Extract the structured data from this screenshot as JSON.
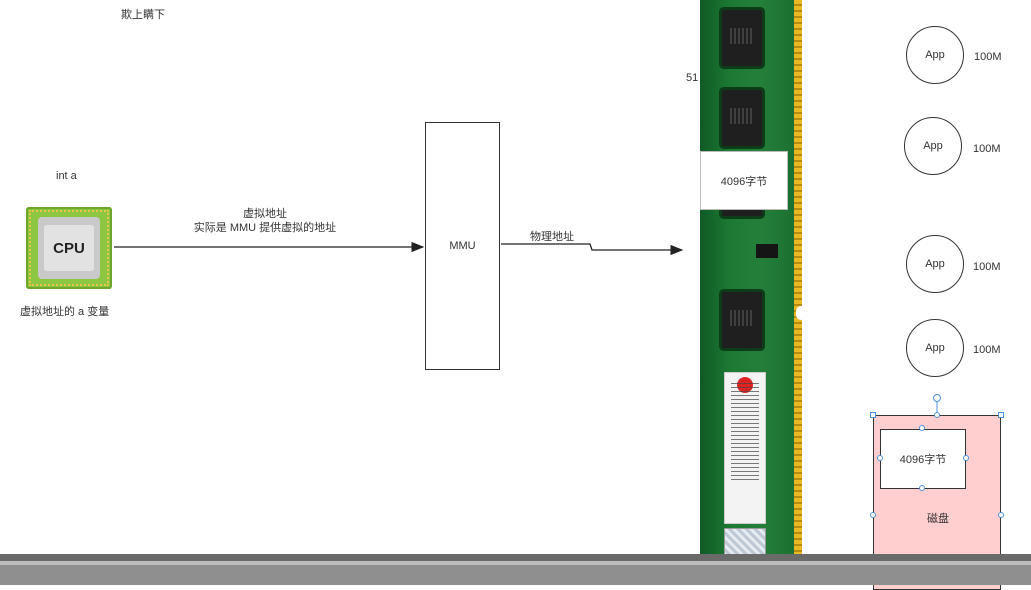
{
  "top_note": "欺上瞒下",
  "variable_decl": "int  a",
  "cpu": {
    "label": "CPU",
    "caption": "虚拟地址的    a 变量"
  },
  "arrow1": {
    "line1": "虚拟地址",
    "line2": "实际是 MMU    提供虚拟的地址"
  },
  "mmu": {
    "label": "MMU"
  },
  "arrow2": {
    "label": "物理地址"
  },
  "ram": {
    "partial_label": "51",
    "page_label": "4096字节"
  },
  "apps": [
    {
      "label": "App",
      "size": "100M"
    },
    {
      "label": "App",
      "size": "100M"
    },
    {
      "label": "App",
      "size": "100M"
    },
    {
      "label": "App",
      "size": "100M"
    }
  ],
  "disk": {
    "label": "磁盘",
    "page_label": "4096字节",
    "fill_color": "#ffcfcf"
  },
  "icons": [
    "cpu-chip-icon",
    "ram-module-icon",
    "arrow-right-icon"
  ]
}
